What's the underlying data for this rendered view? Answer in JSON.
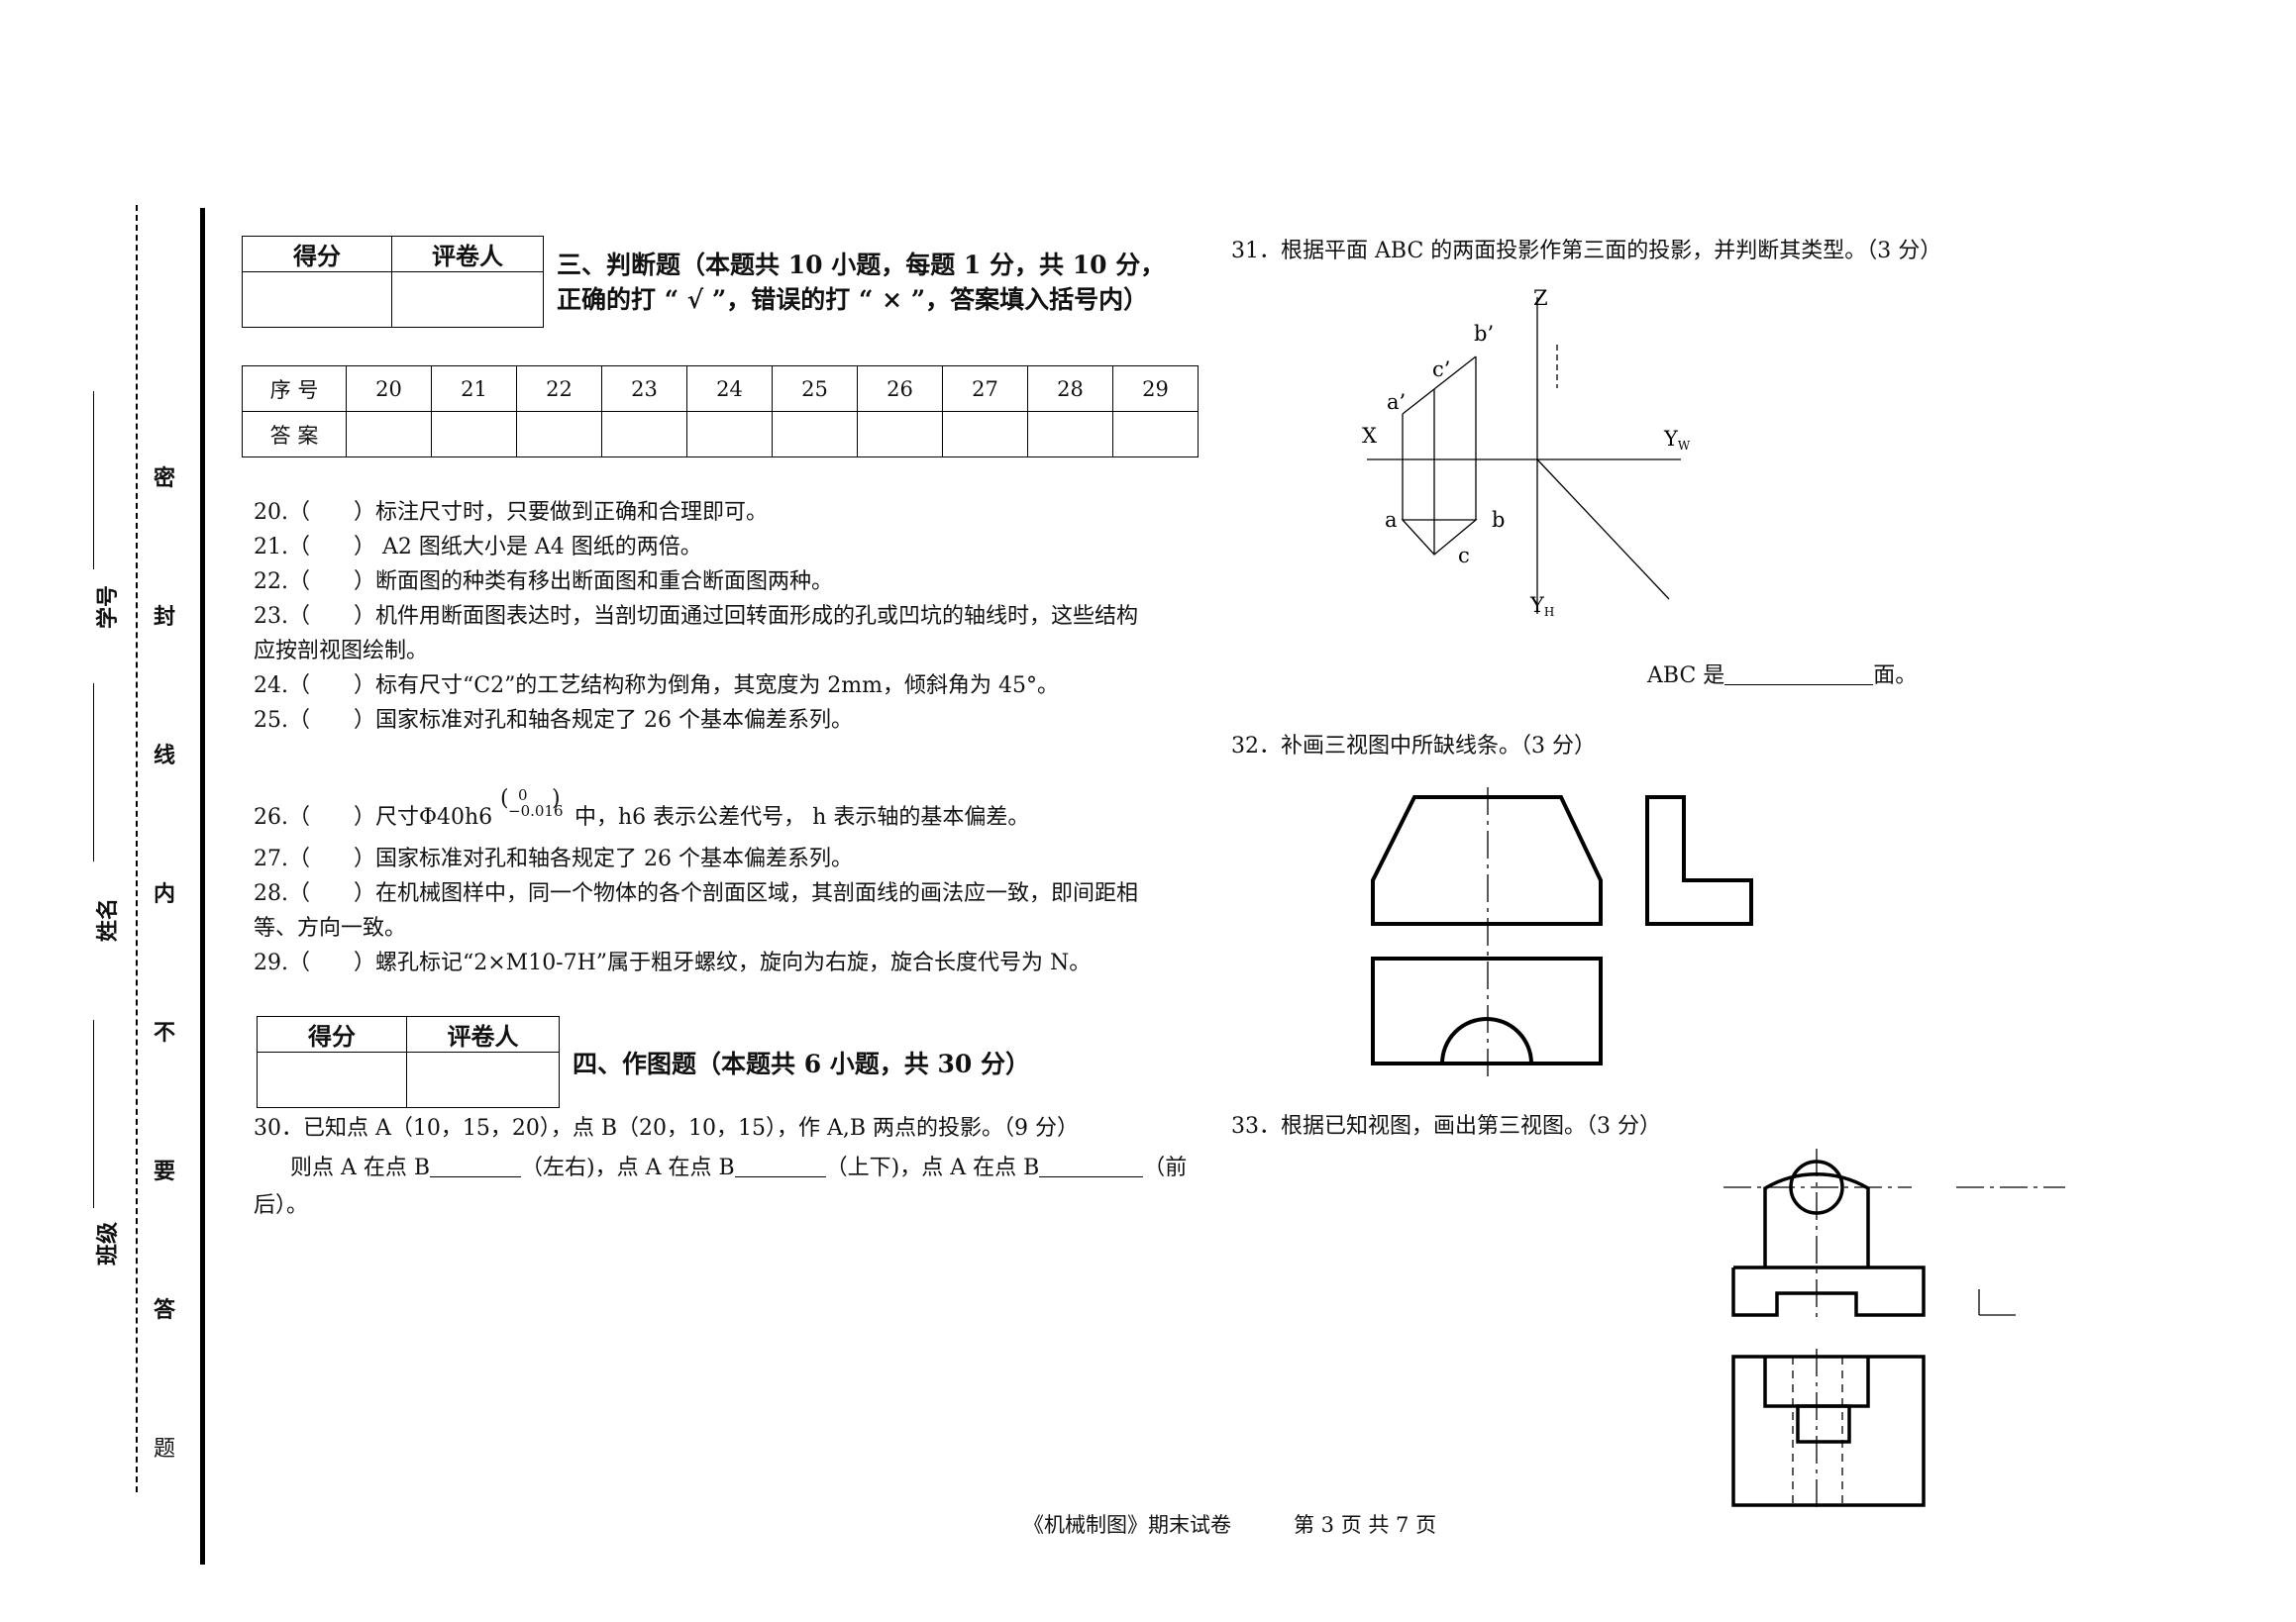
{
  "binding": {
    "left_labels": [
      "学号",
      "姓名",
      "班级"
    ],
    "seal_chars": [
      "密",
      "封",
      "线",
      "内",
      "不",
      "要",
      "答",
      "题"
    ]
  },
  "section3": {
    "score_header": [
      "得分",
      "评卷人"
    ],
    "title_line1": "三、判断题（本题共 10 小题，每题 1 分，共 10 分，",
    "title_line2": "正确的打 “ √ ”，错误的打 “ × ”，答案填入括号内）",
    "answer_table": {
      "row1_label": "序 号",
      "row2_label": "答 案",
      "numbers": [
        "20",
        "21",
        "22",
        "23",
        "24",
        "25",
        "26",
        "27",
        "28",
        "29"
      ]
    },
    "q20": "20.（　　）标注尺寸时，只要做到正确和合理即可。",
    "q21": "21.（　　） A2 图纸大小是 A4 图纸的两倍。",
    "q22": "22.（　　）断面图的种类有移出断面图和重合断面图两种。",
    "q23_line1": "23.（　　）机件用断面图表达时，当剖切面通过回转面形成的孔或凹坑的轴线时，这些结构",
    "q23_line2": "应按剖视图绘制。",
    "q24": "24.（　　）标有尺寸“C2”的工艺结构称为倒角，其宽度为 2mm，倾斜角为 45°。",
    "q25": "25.（　　）国家标准对孔和轴各规定了 26 个基本偏差系列。",
    "q26_pre": "26.（　　）尺寸Φ40h6",
    "q26_upper": "0",
    "q26_lower": "−0.016",
    "q26_post": "中，h6 表示公差代号， h 表示轴的基本偏差。",
    "q27": "27.（　　）国家标准对孔和轴各规定了 26 个基本偏差系列。",
    "q28_line1": "28.（　　）在机械图样中，同一个物体的各个剖面区域，其剖面线的画法应一致，即间距相",
    "q28_line2": "等、方向一致。",
    "q29": "29.（　　）螺孔标记“2×M10-7H”属于粗牙螺纹，旋向为右旋，旋合长度代号为 N。"
  },
  "section4": {
    "score_header": [
      "得分",
      "评卷人"
    ],
    "title": "四、作图题（本题共 6 小题，共 30 分）",
    "q30_line1": "30．已知点 A（10，15，20），点 B（20，10，15），作 A,B 两点的投影。（9 分）",
    "q30_p1": "则点 A 在点 B",
    "q30_p2": "（左右)，点 A 在点 B",
    "q30_p3": "（上下)，点 A 在点 B",
    "q30_p4": "（前",
    "q30_line3": "后）。"
  },
  "q31": {
    "text": "31．根据平面 ABC 的两面投影作第三面的投影，并判断其类型。（3 分）",
    "labels": {
      "z": "Z",
      "x": "X",
      "yw": "Y",
      "yw_sub": "W",
      "yh": "Y",
      "yh_sub": "H",
      "a_prime": "a’",
      "b_prime": "b’",
      "c_prime": "c’",
      "a": "a",
      "b": "b",
      "c": "c"
    },
    "answer_pre": "ABC 是",
    "answer_post": "面。"
  },
  "q32": {
    "text": "32．补画三视图中所缺线条。（3 分）"
  },
  "q33": {
    "text": "33．根据已知视图，画出第三视图。（3 分）"
  },
  "footer": "《机械制图》期末试卷　　　第 3 页 共 7 页"
}
